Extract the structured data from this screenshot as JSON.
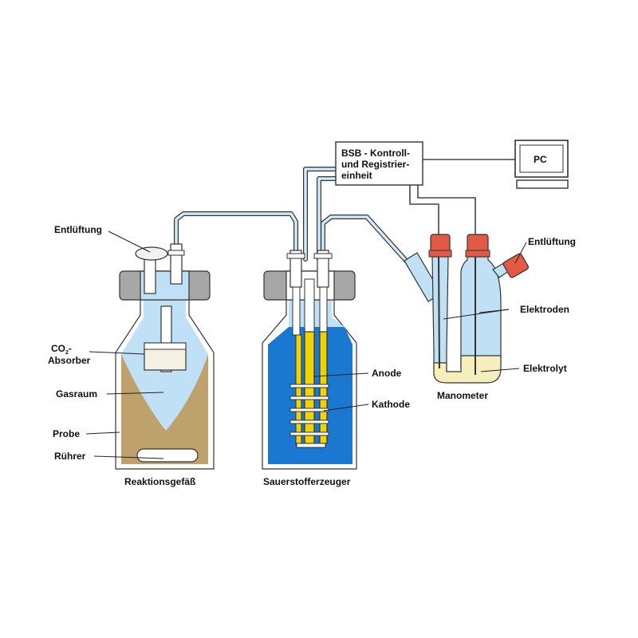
{
  "labels": {
    "entlueftung_left": "Entlüftung",
    "co2_main": "CO",
    "co2_sub": "2",
    "co2_dash": "-",
    "absorber": "Absorber",
    "gasraum": "Gasraum",
    "probe": "Probe",
    "ruehrer": "Rührer",
    "reaktionsgefaess": "Reaktionsgefäß",
    "sauerstofferzeuger": "Sauerstofferzeuger",
    "anode": "Anode",
    "kathode": "Kathode",
    "bsb_line1": "BSB - Kontroll-",
    "bsb_line2": "und Registrier-",
    "bsb_line3": "einheit",
    "pc": "PC",
    "entlueftung_right": "Entlüftung",
    "elektroden": "Elektroden",
    "elektrolyt": "Elektrolyt",
    "manometer": "Manometer"
  },
  "colors": {
    "gas_space": "#bfe0f5",
    "sample": "#bfa26b",
    "electrolyte_water": "#1a78d0",
    "electrode": "#f2d200",
    "cap_gray": "#a7a7a7",
    "manometer_cap": "#e25a45",
    "manometer_fluid": "#f7eebd",
    "absorber_box": "#f4f0e2",
    "outline": "#333333"
  }
}
